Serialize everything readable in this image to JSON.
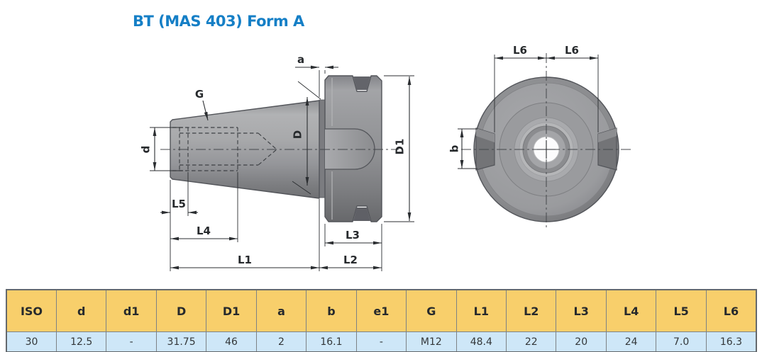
{
  "title": "BT (MAS 403) Form A",
  "colors": {
    "title_blue": "#157FC6",
    "table_header_bg": "#F8CF6B",
    "table_row_bg": "#CEE7F8",
    "table_border": "#7D8285",
    "metal_gray": "#9A9B9E",
    "line_dark": "#2B2E31"
  },
  "drawing": {
    "side": {
      "G": "G",
      "d": "d",
      "a": "a",
      "D": "D",
      "D1": "D1",
      "L5": "L5",
      "L4": "L4",
      "L1": "L1",
      "L3": "L3",
      "L2": "L2"
    },
    "front": {
      "L6a": "L6",
      "L6b": "L6",
      "b": "b"
    }
  },
  "table": {
    "headers": [
      "ISO",
      "d",
      "d1",
      "D",
      "D1",
      "a",
      "b",
      "e1",
      "G",
      "L1",
      "L2",
      "L3",
      "L4",
      "L5",
      "L6"
    ],
    "rows": [
      [
        "30",
        "12.5",
        "-",
        "31.75",
        "46",
        "2",
        "16.1",
        "-",
        "M12",
        "48.4",
        "22",
        "20",
        "24",
        "7.0",
        "16.3"
      ]
    ]
  }
}
